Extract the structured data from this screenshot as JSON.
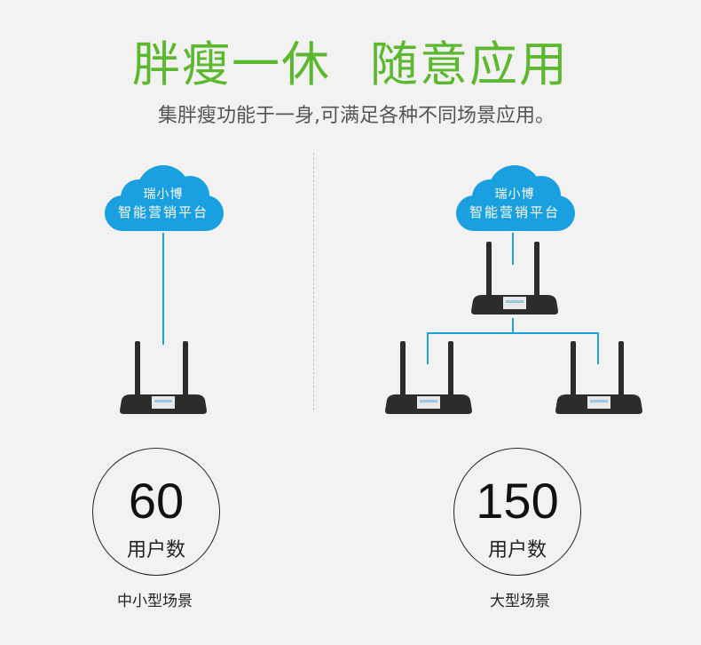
{
  "header": {
    "title_part1": "胖瘦一休",
    "title_part2": "随意应用",
    "subtitle": "集胖瘦功能于一身,可满足各种不同场景应用。"
  },
  "cloud": {
    "brand": "瑞小博",
    "platform": "智能营销平台"
  },
  "left_scene": {
    "user_count": "60",
    "user_label": "用户数",
    "scene_name": "中小型场景"
  },
  "right_scene": {
    "user_count": "150",
    "user_label": "用户数",
    "scene_name": "大型场景"
  },
  "colors": {
    "title_green": "#5cb82e",
    "cloud_blue": "#1a9fe0",
    "line_blue": "#1a9fe0",
    "router_body": "#2c2c2c"
  }
}
